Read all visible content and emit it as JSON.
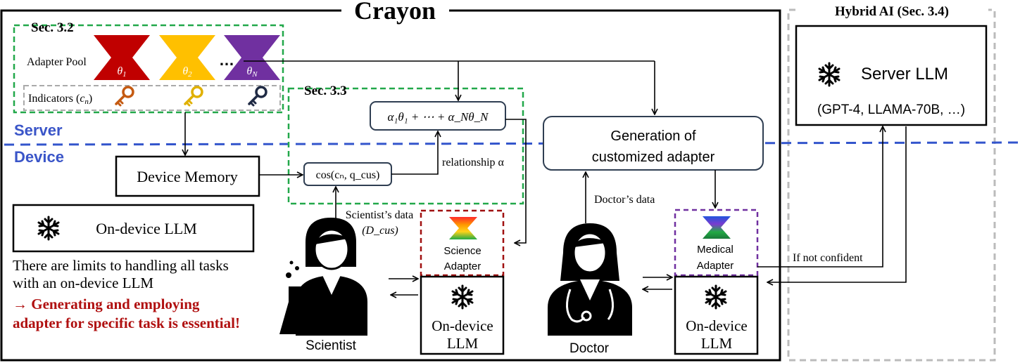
{
  "title": "Crayon",
  "hybrid": {
    "label": "Hybrid AI (Sec. 3.4)",
    "server_llm": "Server LLM",
    "examples": "(GPT-4, LLAMA-70B, …)"
  },
  "sec32": {
    "label": "Sec. 3.2",
    "adapter_pool": "Adapter Pool",
    "indicators": "Indicators (",
    "indicators_var": "c",
    "indicators_sub": "n",
    "indicators_close": ")",
    "adapters": [
      {
        "symbol": "θ",
        "sub": "1",
        "color": "#c00000"
      },
      {
        "symbol": "θ",
        "sub": "2",
        "color": "#ffc000"
      },
      {
        "symbol": "θ",
        "sub": "N",
        "color": "#7030a0"
      }
    ],
    "dots": "…",
    "key_colors": [
      "#c55a11",
      "#e0b000",
      "#1f2a44"
    ]
  },
  "sec33": {
    "label": "Sec. 3.3",
    "formula": "α₁θ₁ + ⋯ + α_Nθ_N",
    "cos": "cos(cₙ, q_cus)",
    "relationship": "relationship α"
  },
  "server_label": "Server",
  "device_label": "Device",
  "device_memory": "Device Memory",
  "ondevice_llm": "On-device LLM",
  "limits_line1": "There are limits to handling all tasks",
  "limits_line2": "with an on-device LLM",
  "essential_line1": "→ Generating and employing",
  "essential_line2": "adapter for specific task is essential!",
  "generation": {
    "line1": "Generation of",
    "line2": "customized adapter"
  },
  "scientist": {
    "data_line1": "Scientist’s data",
    "data_line2": "(D_cus)",
    "adapter_line1": "Science",
    "adapter_line2": "Adapter",
    "llm_line1": "On-device",
    "llm_line2": "LLM",
    "name": "Scientist"
  },
  "doctor": {
    "data": "Doctor’s data",
    "adapter_line1": "Medical",
    "adapter_line2": "Adapter",
    "llm_line1": "On-device",
    "llm_line2": "LLM",
    "name": "Doctor"
  },
  "if_not_confident": "If not confident",
  "colors": {
    "green_dash": "#22a84a",
    "gray_dash": "#bbbbbb",
    "blue_dash": "#3355cc",
    "red_dash": "#a01010",
    "purple_dash": "#7030a0",
    "essential_text": "#b01010",
    "server_device_text": "#3a55c8"
  }
}
